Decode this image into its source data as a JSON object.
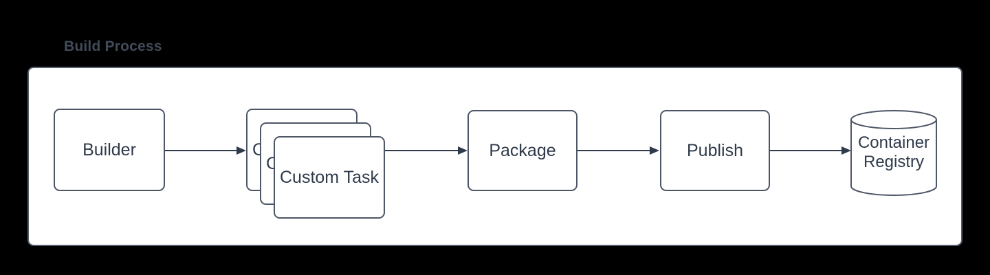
{
  "title": "Build Process",
  "nodes": {
    "builder": {
      "label": "Builder",
      "shape": "rounded-rectangle"
    },
    "custom_task": {
      "label": "Custom Task",
      "shape": "stacked-rounded-rectangles",
      "stack_count": 3
    },
    "package": {
      "label": "Package",
      "shape": "rounded-rectangle"
    },
    "publish": {
      "label": "Publish",
      "shape": "rounded-rectangle"
    },
    "container_registry": {
      "label": "Container Registry",
      "shape": "cylinder"
    }
  },
  "edges": [
    {
      "from": "Builder",
      "to": "Custom Task"
    },
    {
      "from": "Custom Task",
      "to": "Package"
    },
    {
      "from": "Package",
      "to": "Publish"
    },
    {
      "from": "Publish",
      "to": "Container Registry"
    }
  ],
  "colors": {
    "background": "#000000",
    "panel_fill": "#ffffff",
    "panel_stroke": "#565f6d",
    "node_stroke": "#4d5665",
    "node_fill": "#ffffff",
    "text": "#2f3a4a",
    "arrow": "#2f3a4a",
    "title_text": "#414b59"
  }
}
